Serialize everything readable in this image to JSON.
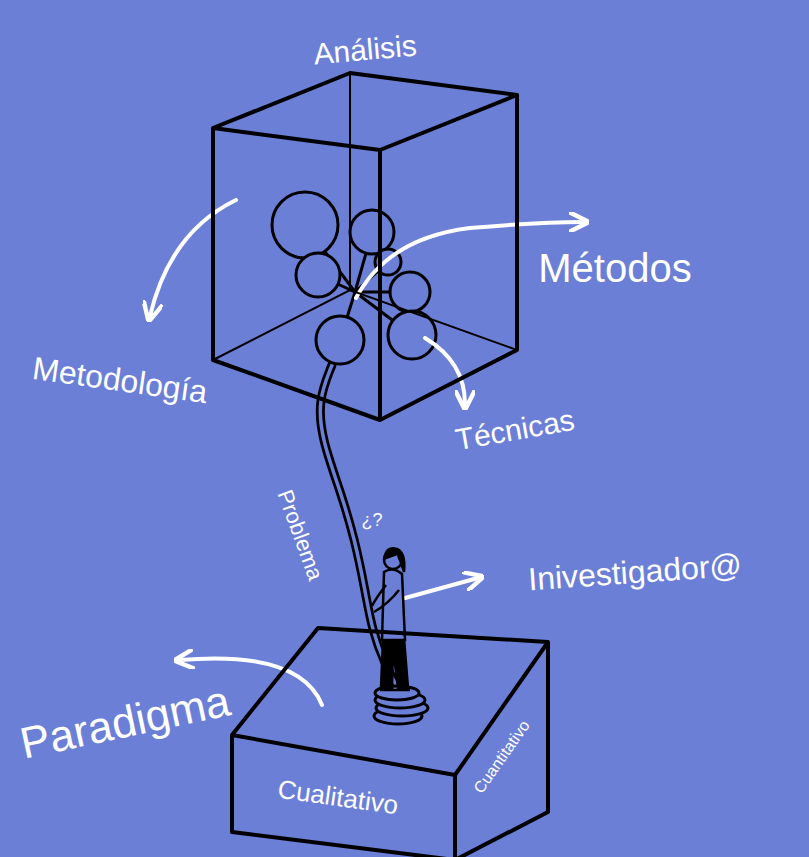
{
  "diagram": {
    "nodes": [
      {
        "text": [
          "Análisis"
        ]
      },
      {
        "text": [
          "Cualitativo",
          "Cuantitativo"
        ]
      }
    ],
    "edges": [
      {
        "from": 1,
        "to": 0,
        "arrow": "none",
        "label": "Problema"
      }
    ],
    "labels": [
      "Métodos",
      "Metodología",
      "Técnicas",
      "¿?",
      "Inivestigador@",
      "Paradigma"
    ]
  }
}
